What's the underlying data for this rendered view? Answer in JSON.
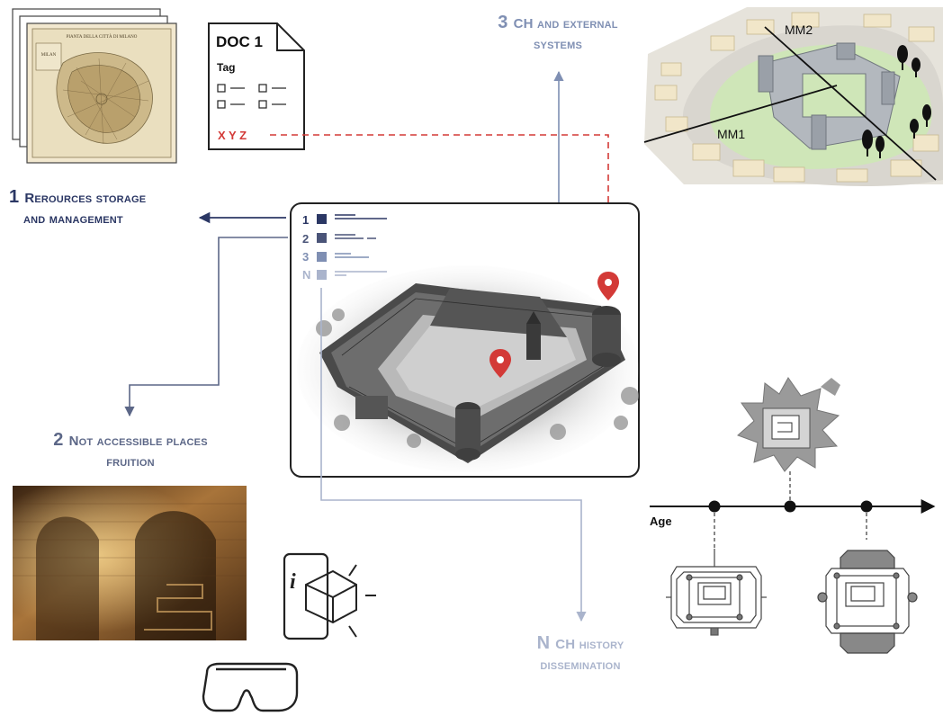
{
  "colors": {
    "navy": "#2b3764",
    "slate": "#5c6787",
    "steel": "#7f8fb3",
    "pale": "#aab4cc",
    "red": "#d33a37",
    "brick": "#8a5a2e"
  },
  "labels": {
    "one_num": "1",
    "one_line1": "Rerources storage",
    "one_line2": "and management",
    "two_num": "2",
    "two_line1": "Not accessible places",
    "two_line2": "fruition",
    "three_num": "3",
    "three_line1": "CH and external",
    "three_line2": "systems",
    "n_num": "N",
    "n_line1": "CH history",
    "n_line2": "dissemination"
  },
  "doc": {
    "title": "DOC 1",
    "tag": "Tag",
    "code": "X Y Z"
  },
  "old_map": {
    "title": "PIANTA DELLA CITTÀ DI MILANO",
    "inset": "MILAN"
  },
  "index_list": [
    "1",
    "2",
    "3",
    "N"
  ],
  "map3d": {
    "line1": "MM1",
    "line2": "MM2"
  },
  "timeline": {
    "axis_label": "Age"
  },
  "icons": [
    "info-icon",
    "ar-cube-icon",
    "vr-headset-icon",
    "location-pin-icon"
  ]
}
